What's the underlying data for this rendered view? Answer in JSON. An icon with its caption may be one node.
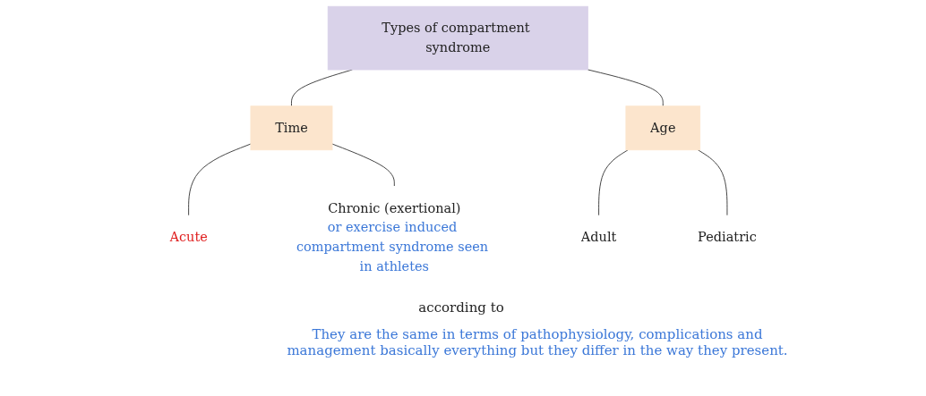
{
  "diagram": {
    "nodes": [
      {
        "text": [
          "Types of compartment syndrome"
        ]
      },
      {
        "text": [
          "Time"
        ]
      },
      {
        "text": [
          "Age"
        ]
      },
      {
        "text": [
          "Acute"
        ]
      },
      {
        "text": [
          "Chronic (exertional)",
          "or exercise induced compartment syndrome seen in athletes"
        ]
      },
      {
        "text": [
          "Adult"
        ]
      },
      {
        "text": [
          "Pediatric"
        ]
      }
    ],
    "edges": [
      {
        "from": 0,
        "to": 1,
        "arrow": "none"
      },
      {
        "from": 0,
        "to": 2,
        "arrow": "none"
      },
      {
        "from": 1,
        "to": 3,
        "arrow": "none"
      },
      {
        "from": 1,
        "to": 4,
        "arrow": "none"
      },
      {
        "from": 2,
        "to": 5,
        "arrow": "none"
      },
      {
        "from": 2,
        "to": 6,
        "arrow": "none"
      }
    ],
    "labels": [
      "according to",
      "They are the same in terms of pathophysiology, complications and management basically everything but they differ in the way they present."
    ]
  }
}
